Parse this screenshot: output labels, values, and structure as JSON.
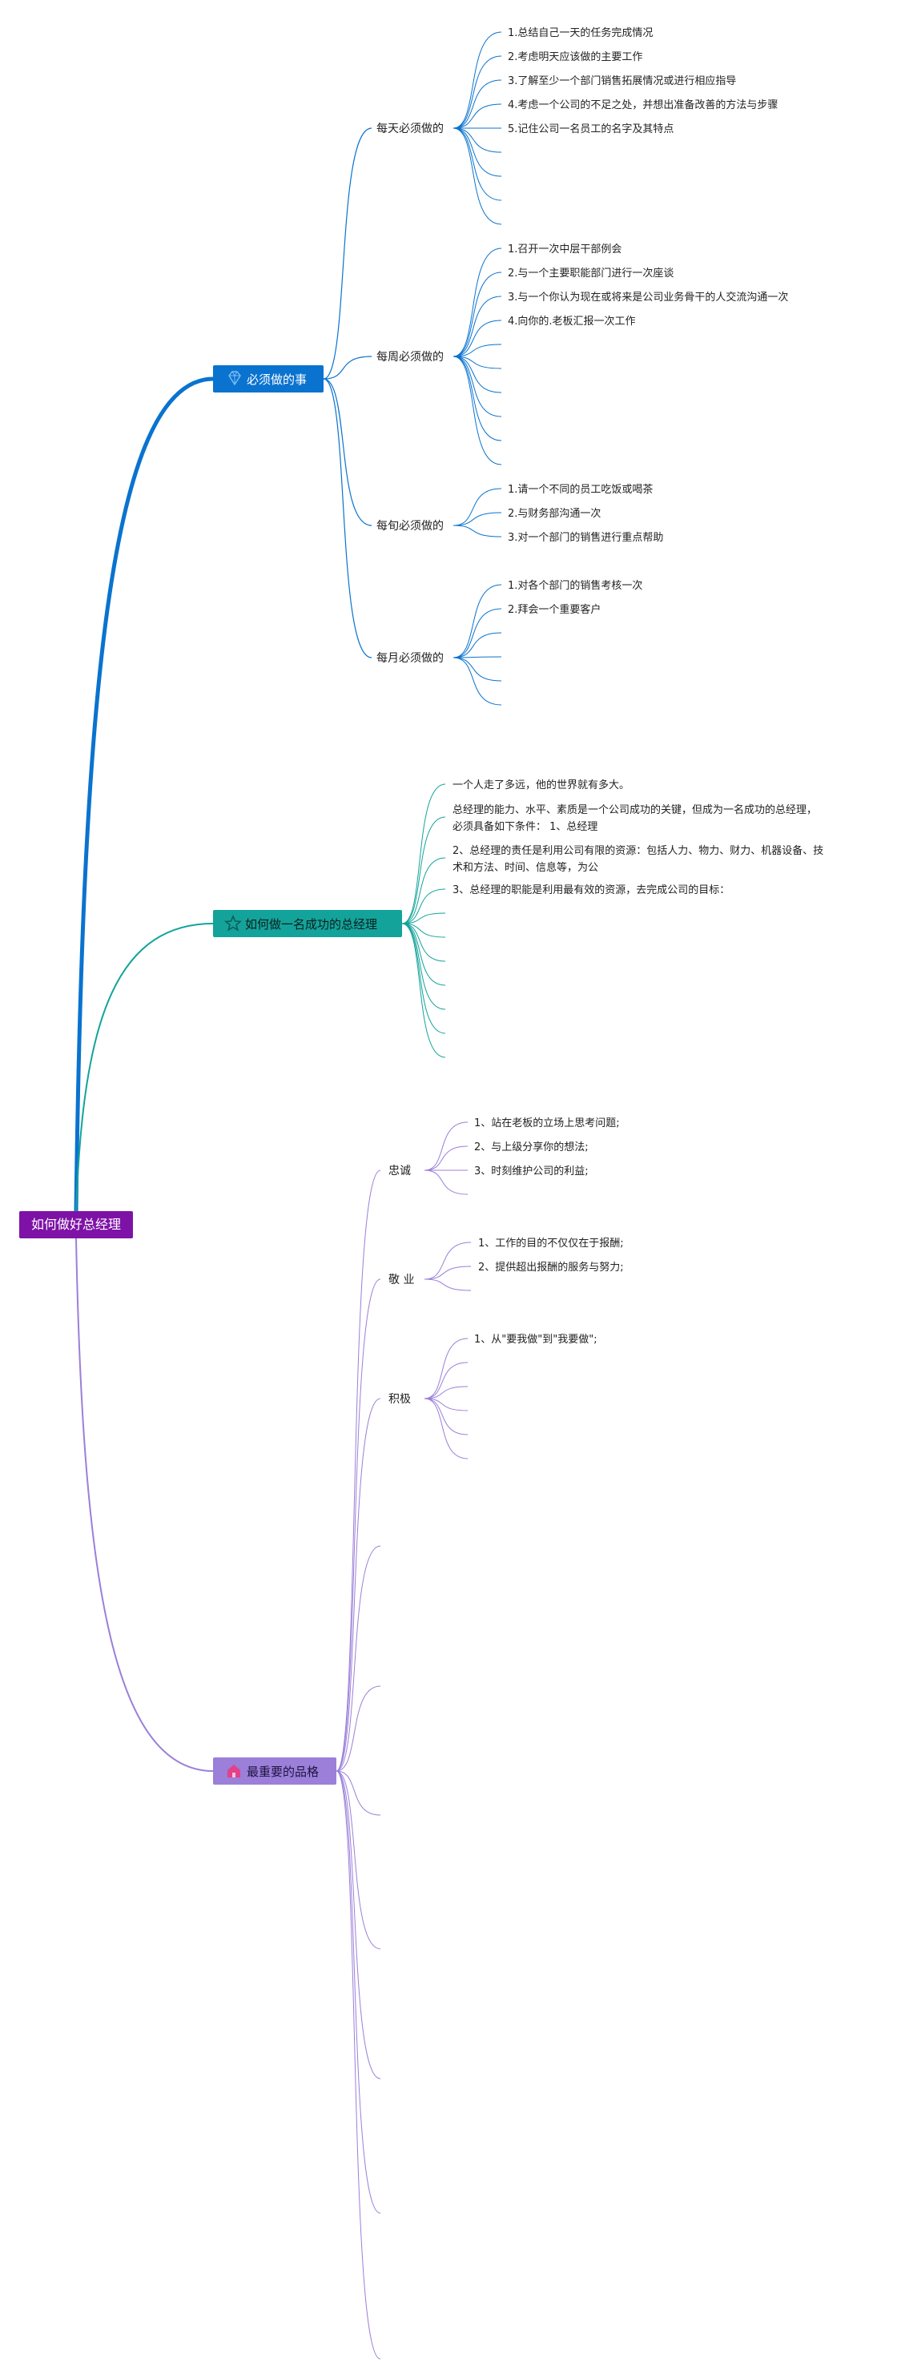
{
  "root": {
    "label": "如何做好总经理",
    "color": "#7E12A6"
  },
  "branches": [
    {
      "label": "必须做的事",
      "color": "#0A73CF",
      "icon": "gem-icon",
      "subtopics": [
        {
          "label": "每天必须做的",
          "leaves": [
            "1.总结自己一天的任务完成情况",
            "2.考虑明天应该做的主要工作",
            "3.了解至少一个部门销售拓展情况或进行相应指导",
            "4.考虑一个公司的不足之处，并想出准备改善的方法与步骤",
            "5.记住公司一名员工的名字及其特点"
          ],
          "empty_leaves": 4
        },
        {
          "label": "每周必须做的",
          "leaves": [
            "1.召开一次中层干部例会",
            "2.与一个主要职能部门进行一次座谈",
            "3.与一个你认为现在或将来是公司业务骨干的人交流沟通一次",
            "4.向你的.老板汇报一次工作"
          ],
          "empty_leaves": 6
        },
        {
          "label": "每旬必须做的",
          "leaves": [
            "1.请一个不同的员工吃饭或喝茶",
            "2.与财务部沟通一次",
            "3.对一个部门的销售进行重点帮助"
          ],
          "empty_leaves": 0
        },
        {
          "label": "每月必须做的",
          "leaves": [
            "1.对各个部门的销售考核一次",
            "2.拜会一个重要客户"
          ],
          "empty_leaves": 4
        }
      ]
    },
    {
      "label": "如何做一名成功的总经理",
      "color": "#13A39A",
      "icon": "star-icon",
      "leaves": [
        [
          "一个人走了多远，他的世界就有多大。"
        ],
        [
          "总经理的能力、水平、素质是一个公司成功的关键，但成为一名成功的总经理，",
          "必须具备如下条件：  1、总经理"
        ],
        [
          "2、总经理的责任是利用公司有限的资源：包括人力、物力、财力、机器设备、技",
          "术和方法、时间、信息等，为公"
        ],
        [
          "3、总经理的职能是利用最有效的资源，去完成公司的目标："
        ]
      ],
      "empty_leaves": 7
    },
    {
      "label": "最重要的品格",
      "color": "#9B7FD9",
      "icon": "house-icon",
      "subtopics": [
        {
          "label": "忠诚",
          "leaves": [
            "1、站在老板的立场上思考问题;",
            "2、与上级分享你的想法;",
            "3、时刻维护公司的利益;"
          ],
          "empty_leaves": 1
        },
        {
          "label": "敬 业",
          "leaves": [
            "1、工作的目的不仅仅在于报酬;",
            "2、提供超出报酬的服务与努力;"
          ],
          "empty_leaves": 1
        },
        {
          "label": "积极",
          "leaves": [
            "1、从\"要我做\"到\"我要做\";"
          ],
          "empty_leaves": 5
        }
      ],
      "empty_subtopics": 7
    }
  ]
}
